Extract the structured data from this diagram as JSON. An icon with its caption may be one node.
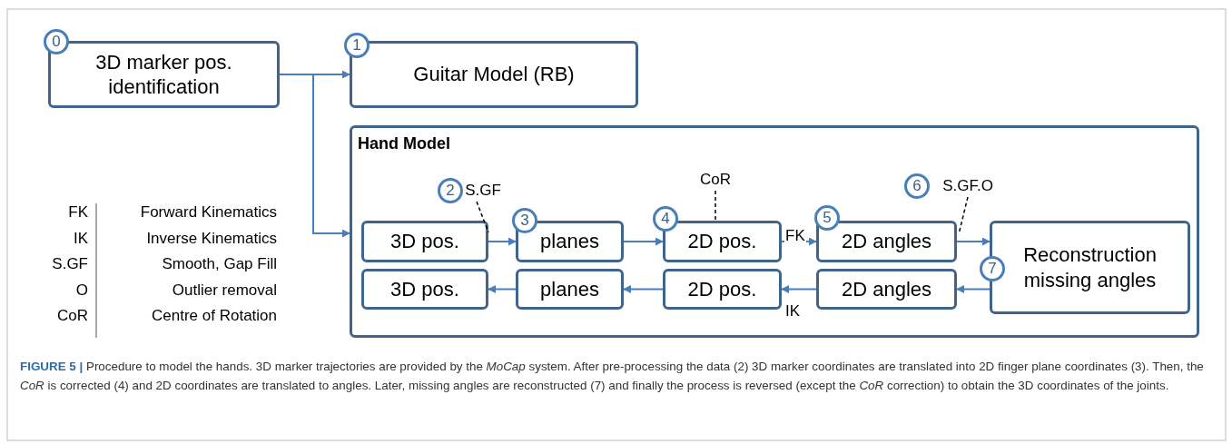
{
  "diagram": {
    "caption": "**FIGURE 5 |** Procedure to model the hands. 3D marker trajectories are provided by the *MoCap* system. After pre-processing the data (2) 3D marker coordinates are translated into 2D finger plane coordinates (3). Then, the *CoR* is corrected (4) and 2D coordinates are translated to angles. Later, missing angles are reconstructed (7) and finally the process is reversed (except the *CoR* correction) to obtain the 3D coordinates of the joints.",
    "nodes": [
      {
        "text": [
          "0",
          "3D marker pos. identification"
        ]
      },
      {
        "text": [
          "1",
          "Guitar Model (RB)"
        ]
      },
      {
        "text": [
          "Hand Model"
        ]
      },
      {
        "text": [
          "3D pos."
        ],
        "in": 2
      },
      {
        "text": [
          "3",
          "planes"
        ],
        "in": 2
      },
      {
        "text": [
          "4",
          "2D pos."
        ],
        "in": 2
      },
      {
        "text": [
          "5",
          "2D angles"
        ],
        "in": 2
      },
      {
        "text": [
          "7",
          "Reconstruction missing angles"
        ],
        "in": 2
      },
      {
        "text": [
          "3D pos."
        ],
        "in": 2
      },
      {
        "text": [
          "planes"
        ],
        "in": 2
      },
      {
        "text": [
          "2D pos."
        ],
        "in": 2
      },
      {
        "text": [
          "2D angles"
        ],
        "in": 2
      },
      {
        "text": [
          "2",
          "S.GF"
        ],
        "in": 2
      },
      {
        "text": [
          "CoR"
        ],
        "in": 2
      },
      {
        "text": [
          "6",
          "S.GF.O"
        ],
        "in": 2
      }
    ],
    "edges": [
      {
        "from": 0,
        "to": 1,
        "arrow": "to"
      },
      {
        "from": 0,
        "to": 2,
        "arrow": "to"
      },
      {
        "from": 3,
        "to": 4,
        "arrow": "to"
      },
      {
        "from": 4,
        "to": 5,
        "arrow": "to"
      },
      {
        "from": 5,
        "to": 6,
        "arrow": "to",
        "label": "FK"
      },
      {
        "from": 6,
        "to": 7,
        "arrow": "to"
      },
      {
        "from": 7,
        "to": 11,
        "arrow": "to"
      },
      {
        "from": 11,
        "to": 10,
        "arrow": "to",
        "label": "IK"
      },
      {
        "from": 10,
        "to": 9,
        "arrow": "to"
      },
      {
        "from": 9,
        "to": 8,
        "arrow": "to"
      },
      {
        "from": 12,
        "to": 3,
        "arrow": "none",
        "style": "dashed",
        "color": "#000000"
      },
      {
        "from": 13,
        "to": 5,
        "arrow": "none",
        "style": "dashed",
        "color": "#000000"
      },
      {
        "from": 14,
        "to": 6,
        "arrow": "none",
        "style": "dashed",
        "color": "#000000"
      }
    ],
    "labels": [
      "FK",
      "Forward Kinematics",
      "IK",
      "Inverse Kinematics",
      "S.GF",
      "Smooth, Gap Fill",
      "O",
      "Outlier removal",
      "CoR",
      "Centre of Rotation"
    ]
  }
}
